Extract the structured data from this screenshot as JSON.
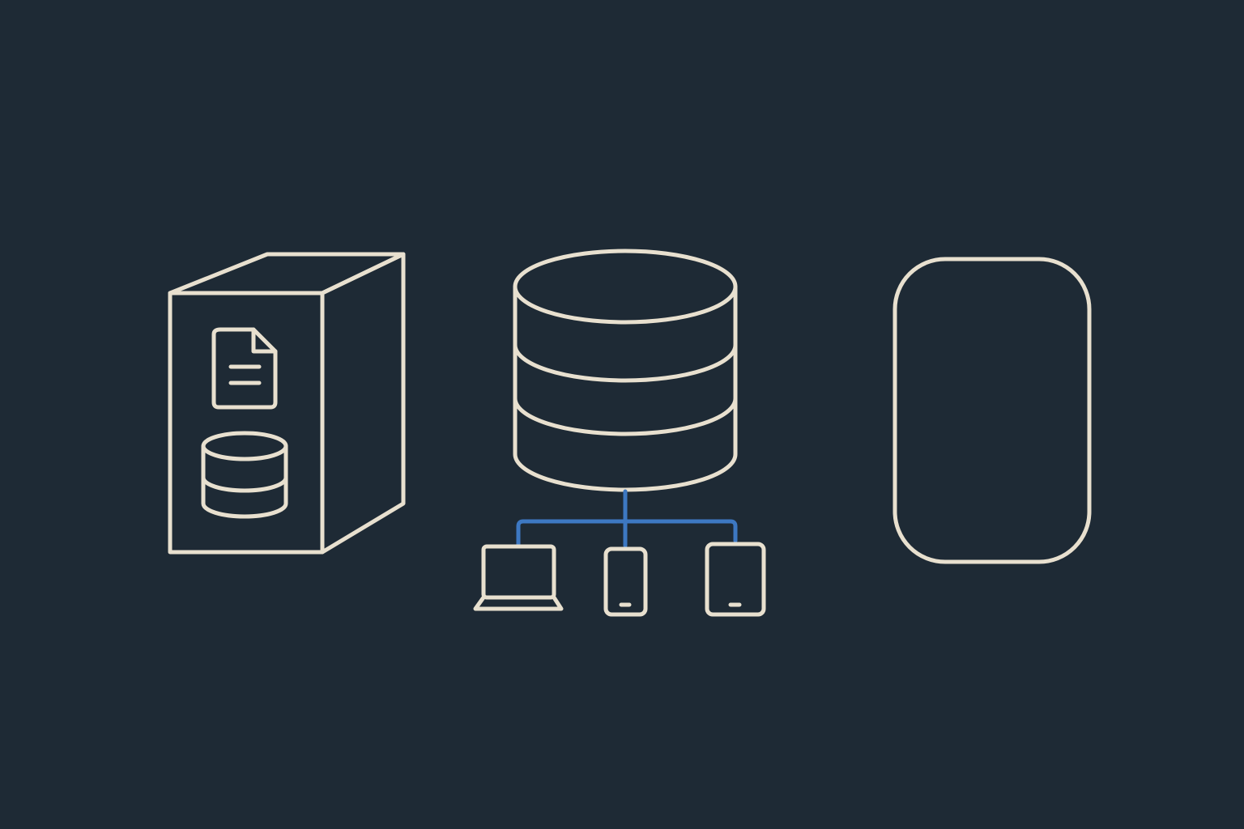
{
  "diagram": {
    "components": [
      {
        "id": "server",
        "icon": "server-box-icon",
        "contains": [
          "document-icon",
          "database-icon"
        ]
      },
      {
        "id": "central-database",
        "icon": "database-icon"
      },
      {
        "id": "client-devices",
        "icons": [
          "laptop-icon",
          "smartphone-icon",
          "tablet-icon"
        ]
      },
      {
        "id": "rounded-card",
        "icon": "rounded-rectangle-shape"
      }
    ],
    "connections": [
      {
        "from": "central-database",
        "to": "laptop-icon"
      },
      {
        "from": "central-database",
        "to": "smartphone-icon"
      },
      {
        "from": "central-database",
        "to": "tablet-icon"
      }
    ]
  },
  "colors": {
    "background": "#1e2a35",
    "line": "#e8e0cf",
    "connector": "#3d78c2"
  }
}
